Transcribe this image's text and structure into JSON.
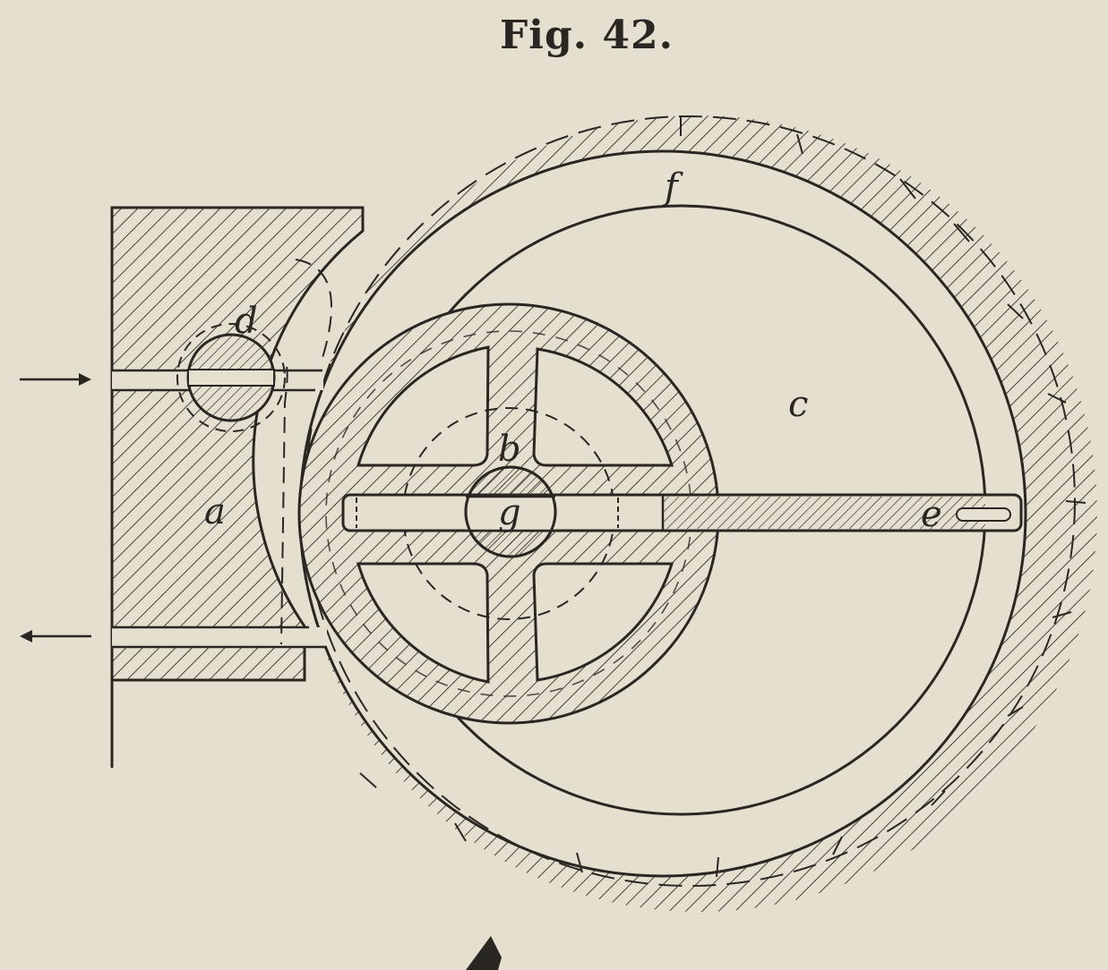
{
  "figure": {
    "title": "Fig. 42.",
    "labels": {
      "a": "a",
      "b": "b",
      "c": "c",
      "d": "d",
      "e": "e",
      "f": "f",
      "g": "g"
    }
  },
  "colors": {
    "paper": "#e4dfcf",
    "ink": "#2a2622"
  }
}
